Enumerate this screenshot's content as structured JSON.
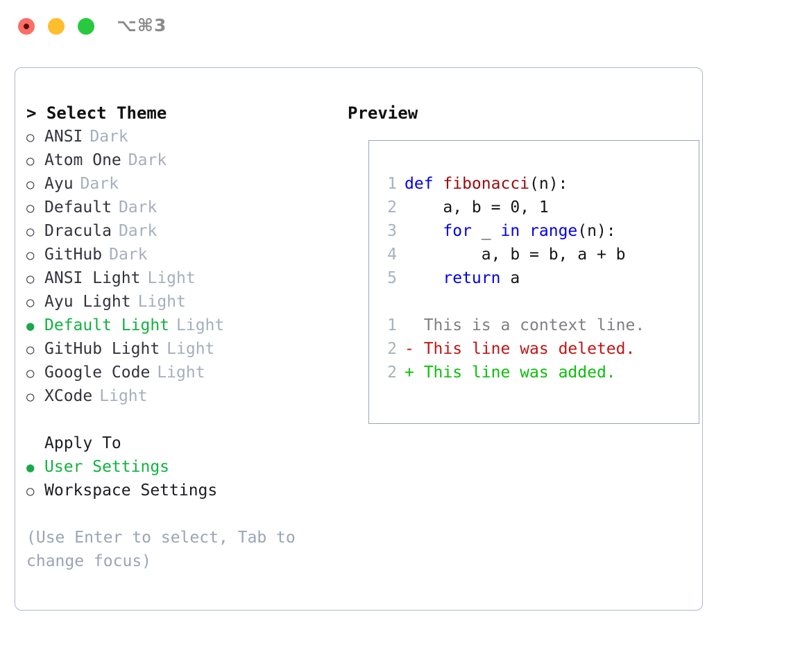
{
  "titlebar": {
    "shortcut": "⌥⌘3",
    "dots": [
      {
        "name": "close",
        "color": "#fb6d66"
      },
      {
        "name": "minimize",
        "color": "#fdbe2e"
      },
      {
        "name": "maximize",
        "color": "#27c93f"
      }
    ]
  },
  "theme_panel": {
    "header": "> Select Theme",
    "items": [
      {
        "marker": "○",
        "name": "ANSI",
        "kind": "Dark",
        "selected": false
      },
      {
        "marker": "○",
        "name": "Atom One",
        "kind": "Dark",
        "selected": false
      },
      {
        "marker": "○",
        "name": "Ayu",
        "kind": "Dark",
        "selected": false
      },
      {
        "marker": "○",
        "name": "Default",
        "kind": "Dark",
        "selected": false
      },
      {
        "marker": "○",
        "name": "Dracula",
        "kind": "Dark",
        "selected": false
      },
      {
        "marker": "○",
        "name": "GitHub",
        "kind": "Dark",
        "selected": false
      },
      {
        "marker": "○",
        "name": "ANSI Light",
        "kind": "Light",
        "selected": false
      },
      {
        "marker": "○",
        "name": "Ayu Light",
        "kind": "Light",
        "selected": false
      },
      {
        "marker": "●",
        "name": "Default Light",
        "kind": "Light",
        "selected": true
      },
      {
        "marker": "○",
        "name": "GitHub Light",
        "kind": "Light",
        "selected": false
      },
      {
        "marker": "○",
        "name": "Google Code",
        "kind": "Light",
        "selected": false
      },
      {
        "marker": "○",
        "name": "XCode",
        "kind": "Light",
        "selected": false
      }
    ]
  },
  "apply_to": {
    "header": "Apply To",
    "options": [
      {
        "marker": "●",
        "label": "User Settings",
        "selected": true
      },
      {
        "marker": "○",
        "label": "Workspace Settings",
        "selected": false
      }
    ]
  },
  "hint": "(Use Enter to select, Tab to change focus)",
  "preview": {
    "title": "Preview",
    "code_lines": [
      {
        "number": "1",
        "spans": [
          {
            "text": "def ",
            "style": "kw"
          },
          {
            "text": "fibonacci",
            "style": "fn"
          },
          {
            "text": "(n):",
            "style": "plain"
          }
        ]
      },
      {
        "number": "2",
        "spans": [
          {
            "text": "    a, b = 0, 1",
            "style": "plain"
          }
        ]
      },
      {
        "number": "3",
        "spans": [
          {
            "text": "    ",
            "style": "plain"
          },
          {
            "text": "for",
            "style": "kw"
          },
          {
            "text": " _ ",
            "style": "plain"
          },
          {
            "text": "in range",
            "style": "kw"
          },
          {
            "text": "(n):",
            "style": "plain"
          }
        ]
      },
      {
        "number": "4",
        "spans": [
          {
            "text": "        a, b = b, a + b",
            "style": "plain"
          }
        ]
      },
      {
        "number": "5",
        "spans": [
          {
            "text": "    ",
            "style": "plain"
          },
          {
            "text": "return",
            "style": "kw"
          },
          {
            "text": " a",
            "style": "plain"
          }
        ]
      }
    ],
    "diff_lines": [
      {
        "number": "1",
        "sign": " ",
        "text": " This is a context line.",
        "style": "ctx"
      },
      {
        "number": "2",
        "sign": "-",
        "text": " This line was deleted.",
        "style": "del"
      },
      {
        "number": "2",
        "sign": "+",
        "text": " This line was added.",
        "style": "add"
      }
    ]
  },
  "colors": {
    "accent_green": "#12b23f",
    "muted": "#a5afbd",
    "keyword_blue": "#0000ee",
    "function_red": "#9c0a0a",
    "diff_add": "#0bbf0b",
    "diff_del": "#c21515",
    "panel_border": "#adb8c6"
  }
}
